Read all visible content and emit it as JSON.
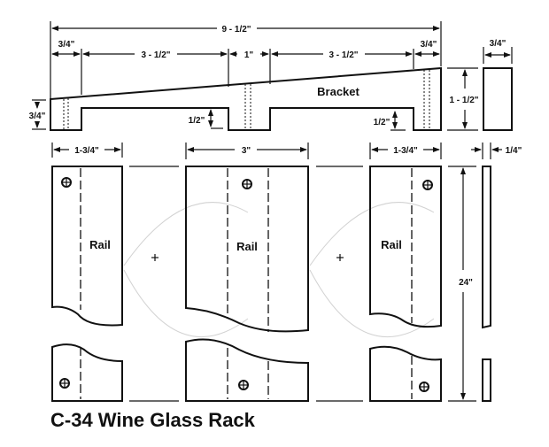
{
  "title": "C-34 Wine Glass Rack",
  "colors": {
    "ink": "#111111",
    "hatch": "#bdbdbd",
    "background": "#ffffff"
  },
  "bracket": {
    "label": "Bracket",
    "dims": {
      "overall_length": "9 - 1/2\"",
      "end_left": "3/4\"",
      "span_left": "3 - 1/2\"",
      "middle": "1\"",
      "span_right": "3 - 1/2\"",
      "end_right": "3/4\"",
      "left_height": "3/4\"",
      "slot_depth_left": "1/2\"",
      "slot_depth_right": "1/2\"",
      "total_height": "1 - 1/2\"",
      "thickness": "3/4\""
    }
  },
  "rails": {
    "label": "Rail",
    "dims": {
      "left_width": "1-3/4\"",
      "center_width": "3\"",
      "right_width": "1-3/4\"",
      "thickness": "1/4\"",
      "length": "24\""
    }
  }
}
